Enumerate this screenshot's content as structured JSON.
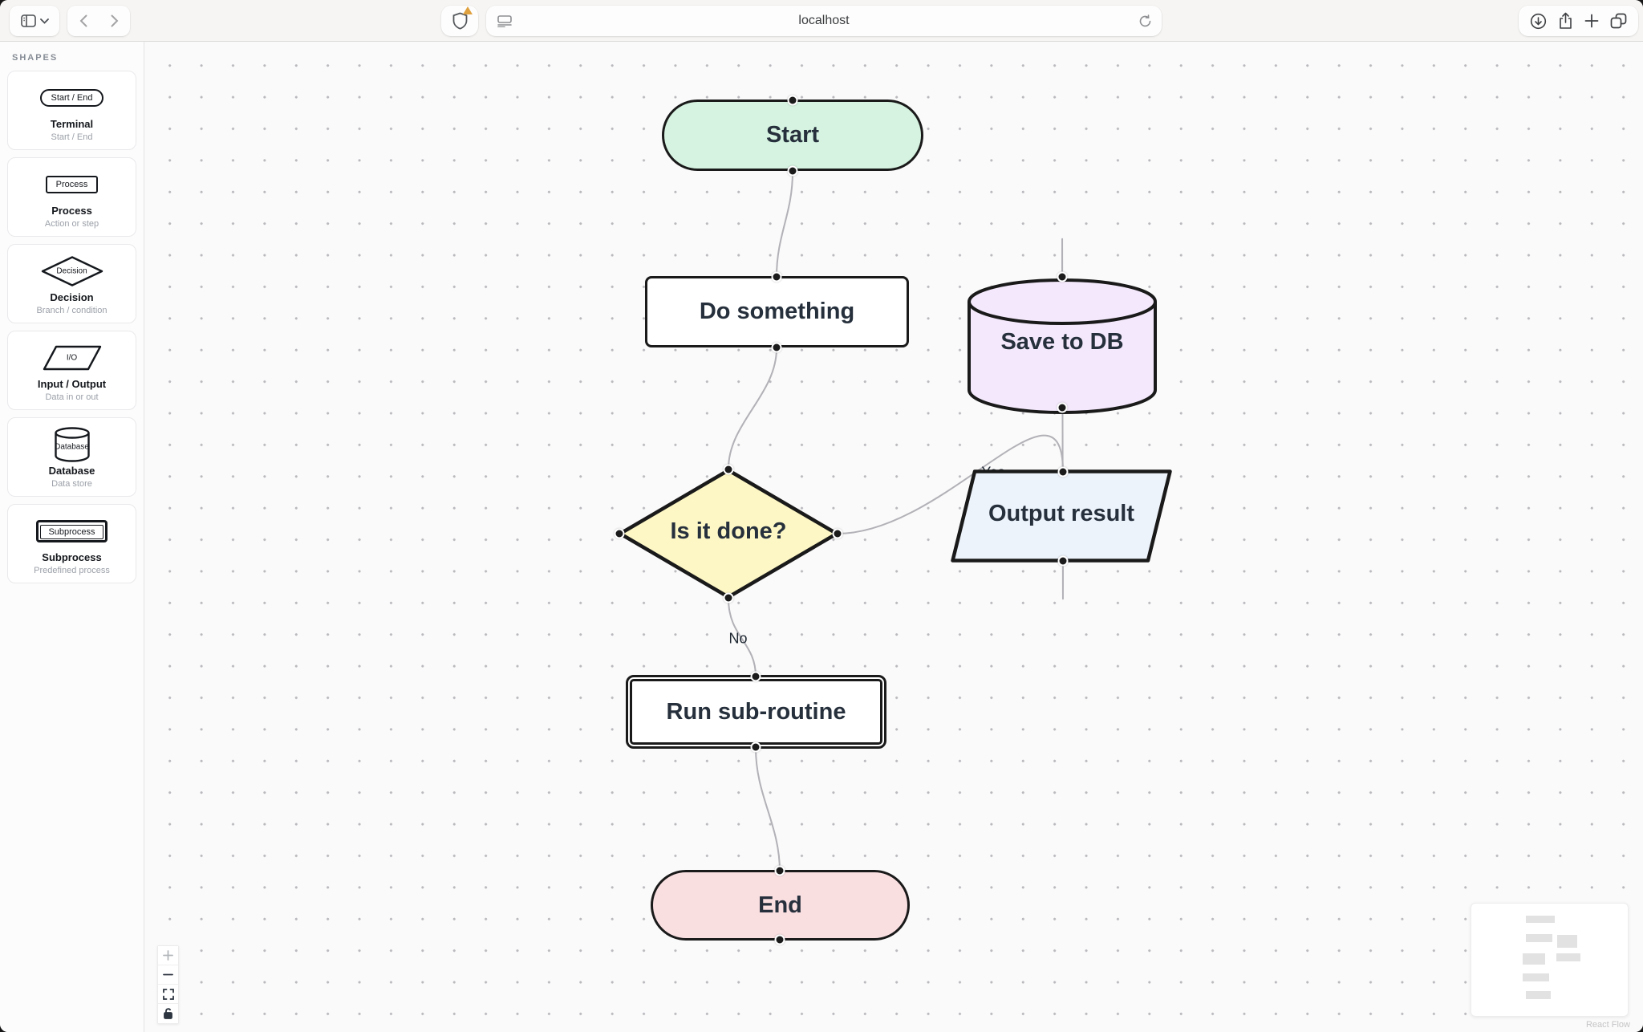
{
  "browser": {
    "url": "localhost"
  },
  "sidebar": {
    "header": "SHAPES",
    "items": [
      {
        "preview": "Start / End",
        "title": "Terminal",
        "subtitle": "Start / End"
      },
      {
        "preview": "Process",
        "title": "Process",
        "subtitle": "Action or step"
      },
      {
        "preview": "Decision",
        "title": "Decision",
        "subtitle": "Branch / condition"
      },
      {
        "preview": "I/O",
        "title": "Input / Output",
        "subtitle": "Data in or out"
      },
      {
        "preview": "Database",
        "title": "Database",
        "subtitle": "Data store"
      },
      {
        "preview": "Subprocess",
        "title": "Subprocess",
        "subtitle": "Predefined process"
      }
    ]
  },
  "canvas": {
    "nodes": [
      {
        "id": "start",
        "type": "terminal",
        "label": "Start",
        "fill": "#d5f3e0"
      },
      {
        "id": "process",
        "type": "process",
        "label": "Do something",
        "fill": "#ffffff"
      },
      {
        "id": "database",
        "type": "database",
        "label": "Save to DB",
        "fill": "#f4e9fc"
      },
      {
        "id": "decision",
        "type": "decision",
        "label": "Is it done?",
        "fill": "#fdf7c5"
      },
      {
        "id": "io",
        "type": "io",
        "label": "Output result",
        "fill": "#edf3fb"
      },
      {
        "id": "subprocess",
        "type": "subprocess",
        "label": "Run sub-routine",
        "fill": "#ffffff"
      },
      {
        "id": "end",
        "type": "terminal",
        "label": "End",
        "fill": "#fadfe1"
      }
    ],
    "edge_labels": {
      "yes": "Yes",
      "no": "No"
    },
    "edge_color": "#b1b1b7",
    "node_border_color": "#1a1a1a",
    "attribution": "React Flow"
  }
}
